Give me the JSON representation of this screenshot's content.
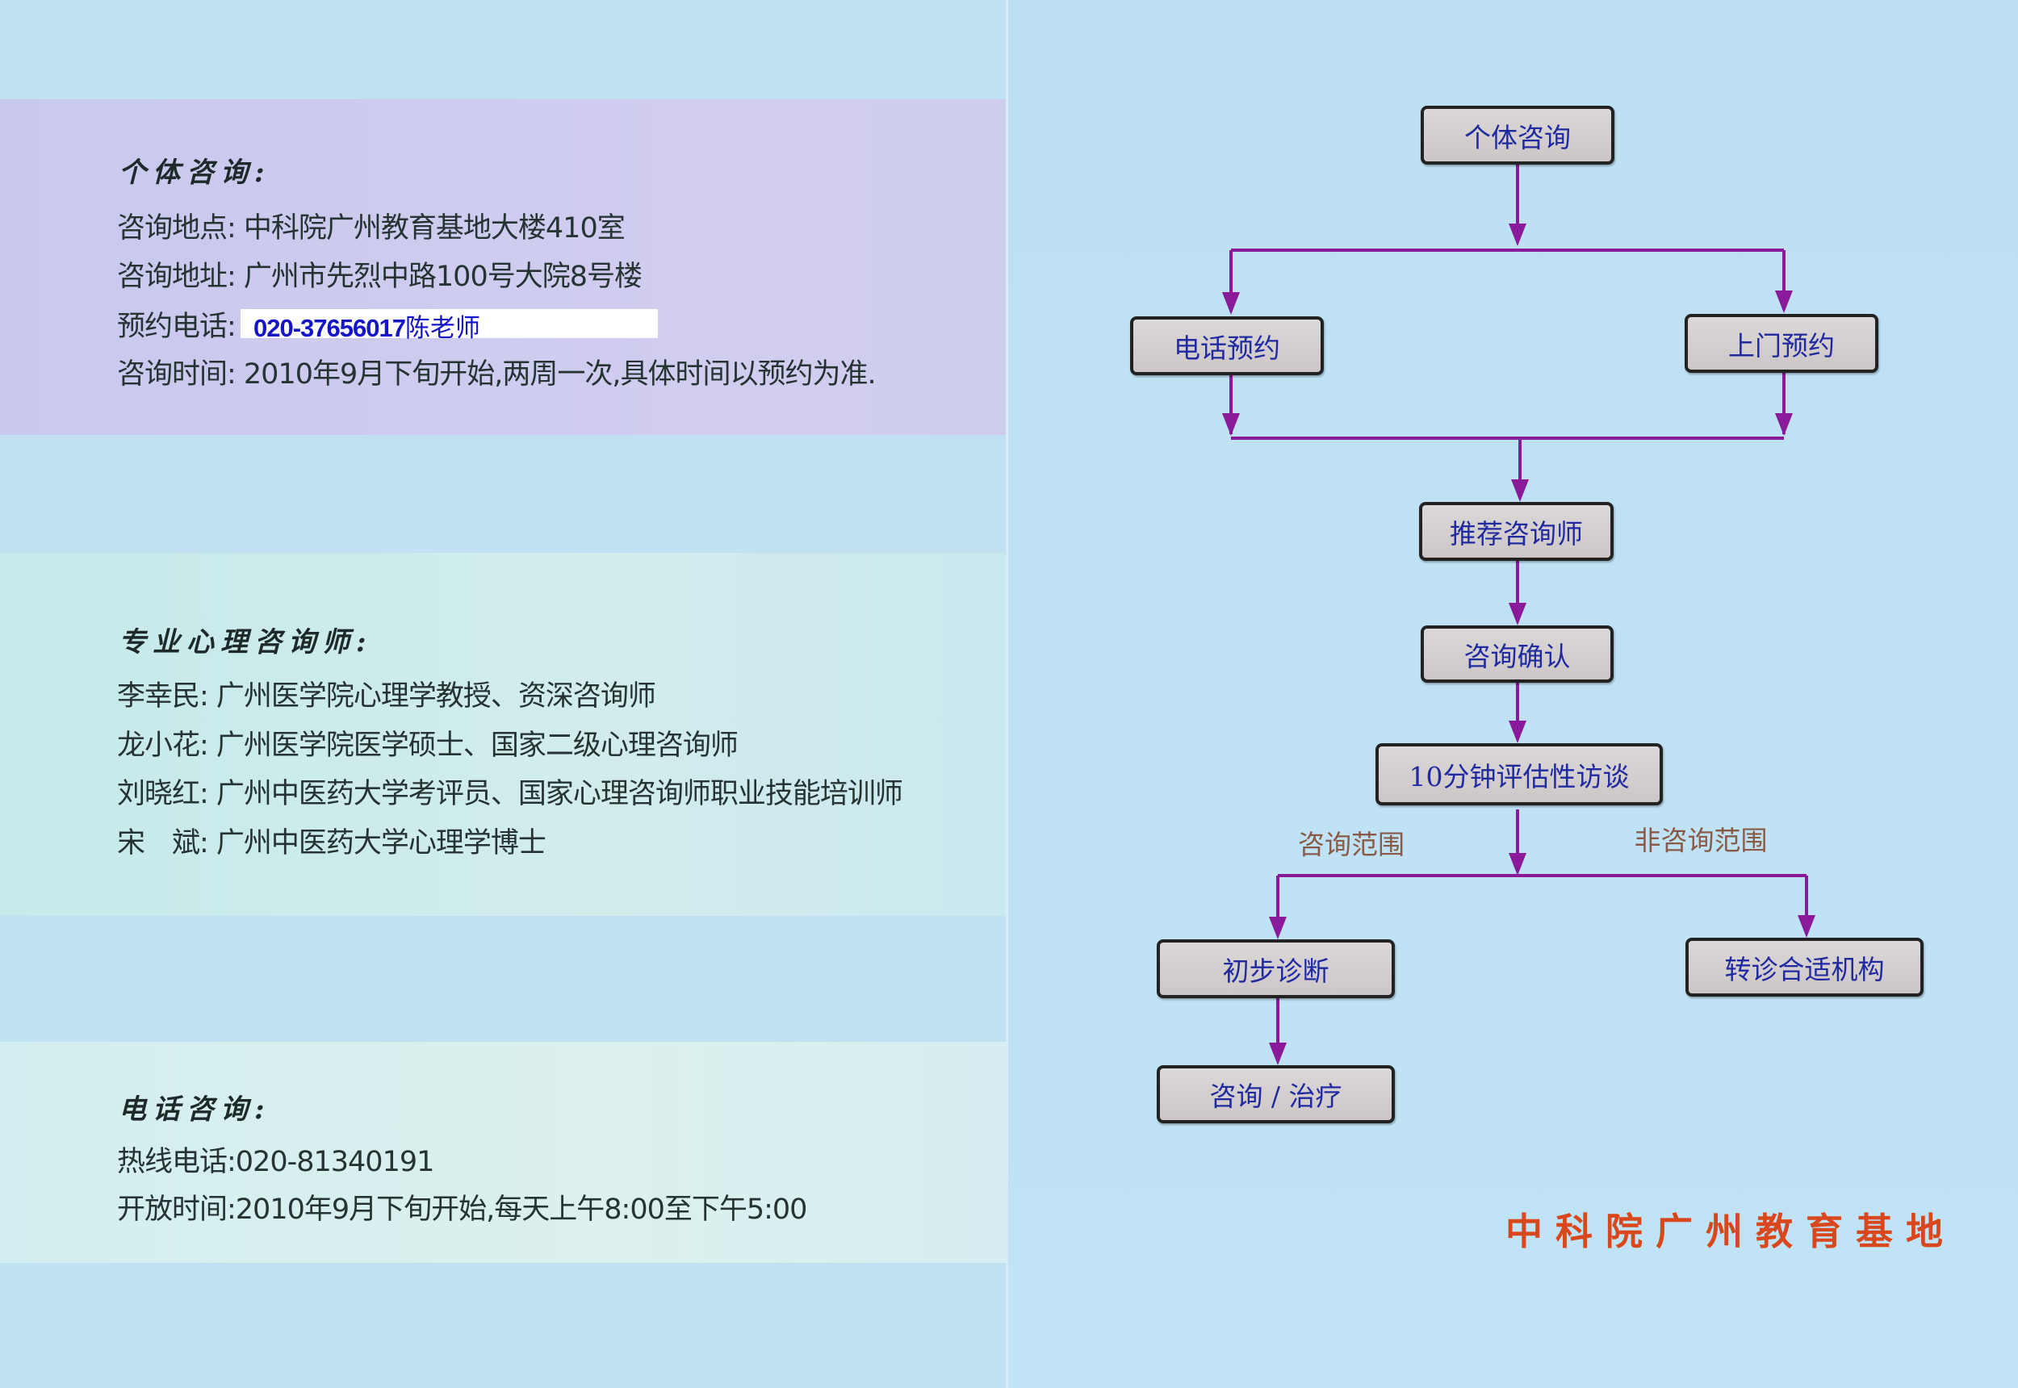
{
  "left": {
    "individual": {
      "heading": "个体咨询:",
      "location": "咨询地点: 中科院广州教育基地大楼410室",
      "address": "咨询地址: 广州市先烈中路100号大院8号楼",
      "phone_label": "预约电话:",
      "phone_number": "020-37656017",
      "phone_contact": "陈老师",
      "time": "咨询时间: 2010年9月下旬开始,两周一次,具体时间以预约为准."
    },
    "counselors": {
      "heading": "专业心理咨询师:",
      "items": [
        "李幸民: 广州医学院心理学教授、资深咨询师",
        "龙小花: 广州医学院医学硕士、国家二级心理咨询师",
        "刘晓红: 广州中医药大学考评员、国家心理咨询师职业技能培训师",
        "宋　斌: 广州中医药大学心理学博士"
      ]
    },
    "hotline": {
      "heading": "电话咨询:",
      "phone": "热线电话:020-81340191",
      "hours": "开放时间:2010年9月下旬开始,每天上午8:00至下午5:00"
    }
  },
  "flow": {
    "start": "个体咨询",
    "phone_booking": "电话预约",
    "visit_booking": "上门预约",
    "recommend": "推荐咨询师",
    "confirm": "咨询确认",
    "assessment": "10分钟评估性访谈",
    "in_scope_label": "咨询范围",
    "out_scope_label": "非咨询范围",
    "diagnosis": "初步诊断",
    "referral": "转诊合适机构",
    "treatment": "咨询 / 治疗"
  },
  "footer": "中科院广州教育基地",
  "colors": {
    "arrow": "#8a1a9a",
    "box_text": "#1f2aa0",
    "footer": "#d8481c",
    "phone": "#1414c8"
  }
}
